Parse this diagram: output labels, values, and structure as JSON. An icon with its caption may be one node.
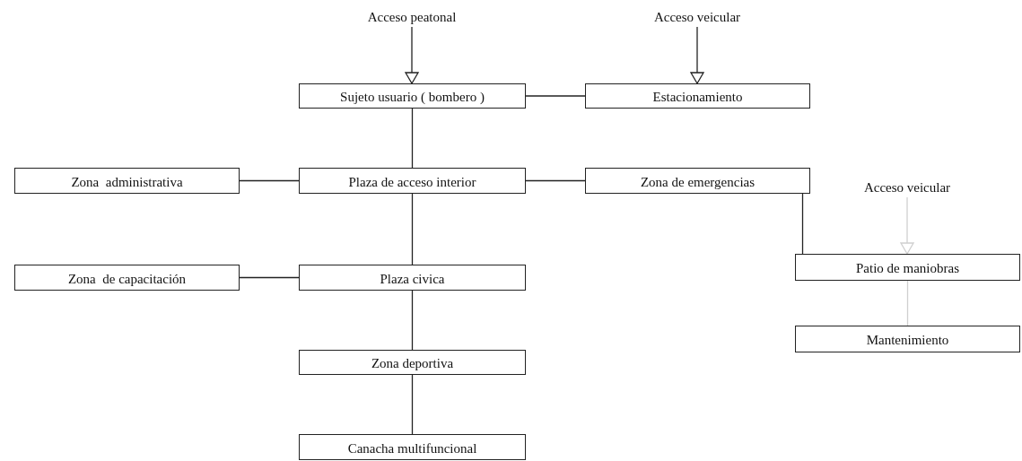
{
  "diagram": {
    "nodes": [
      {
        "text": [
          "Acceso peatonal"
        ]
      },
      {
        "text": [
          "Acceso veicular"
        ]
      },
      {
        "text": [
          "Sujeto usuario ( bombero )"
        ]
      },
      {
        "text": [
          "Estacionamiento"
        ]
      },
      {
        "text": [
          "Zona  administrativa"
        ]
      },
      {
        "text": [
          "Plaza de acceso interior"
        ]
      },
      {
        "text": [
          "Zona de emergencias"
        ]
      },
      {
        "text": [
          "Acceso veicular"
        ]
      },
      {
        "text": [
          "Zona  de capacitación"
        ]
      },
      {
        "text": [
          "Plaza civica"
        ]
      },
      {
        "text": [
          "Patio de maniobras"
        ]
      },
      {
        "text": [
          "Zona deportiva"
        ]
      },
      {
        "text": [
          "Mantenimiento"
        ]
      },
      {
        "text": [
          "Canacha multifuncional"
        ]
      }
    ],
    "edges": [
      {
        "from": 0,
        "to": 2,
        "arrow": "to"
      },
      {
        "from": 1,
        "to": 3,
        "arrow": "to"
      },
      {
        "from": 2,
        "to": 3,
        "arrow": "none"
      },
      {
        "from": 2,
        "to": 5,
        "arrow": "none"
      },
      {
        "from": 4,
        "to": 5,
        "arrow": "none"
      },
      {
        "from": 5,
        "to": 6,
        "arrow": "none"
      },
      {
        "from": 5,
        "to": 9,
        "arrow": "none"
      },
      {
        "from": 8,
        "to": 9,
        "arrow": "none"
      },
      {
        "from": 6,
        "to": 10,
        "arrow": "none"
      },
      {
        "from": 7,
        "to": 10,
        "arrow": "to",
        "color": "#cfcfcf"
      },
      {
        "from": 10,
        "to": 12,
        "arrow": "none",
        "color": "#cfcfcf"
      },
      {
        "from": 9,
        "to": 11,
        "arrow": "none"
      },
      {
        "from": 11,
        "to": 13,
        "arrow": "none"
      }
    ]
  }
}
